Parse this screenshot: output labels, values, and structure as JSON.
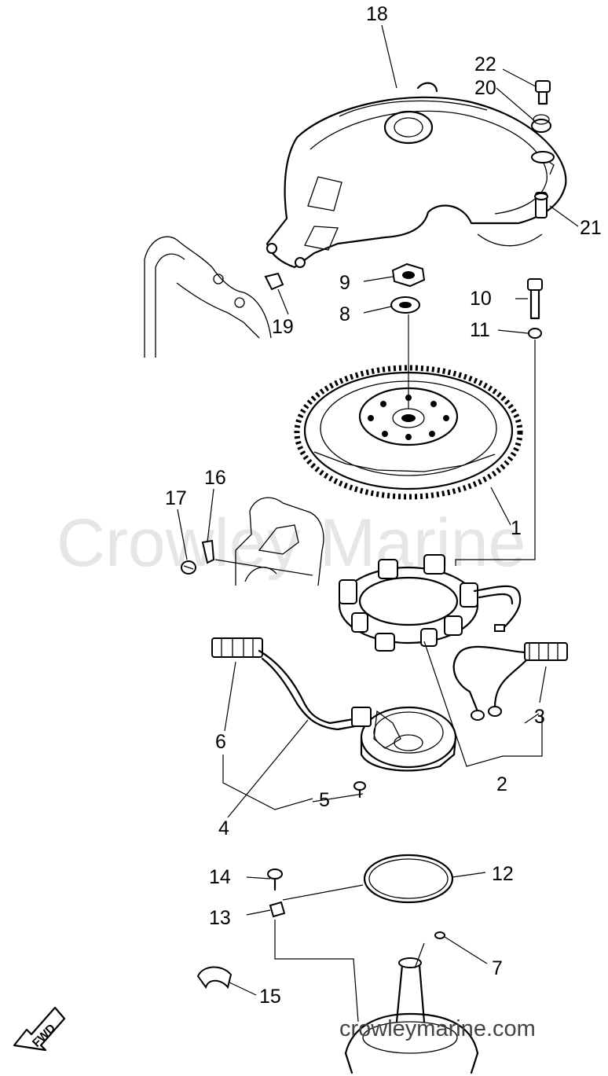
{
  "watermark": "Crowley Marine",
  "site_label": "crowleymarine.com",
  "fwd_label": "FWD",
  "callouts": [
    "18",
    "22",
    "20",
    "21",
    "9",
    "8",
    "19",
    "10",
    "11",
    "1",
    "16",
    "17",
    "6",
    "3",
    "2",
    "5",
    "4",
    "14",
    "12",
    "13",
    "7",
    "15"
  ]
}
